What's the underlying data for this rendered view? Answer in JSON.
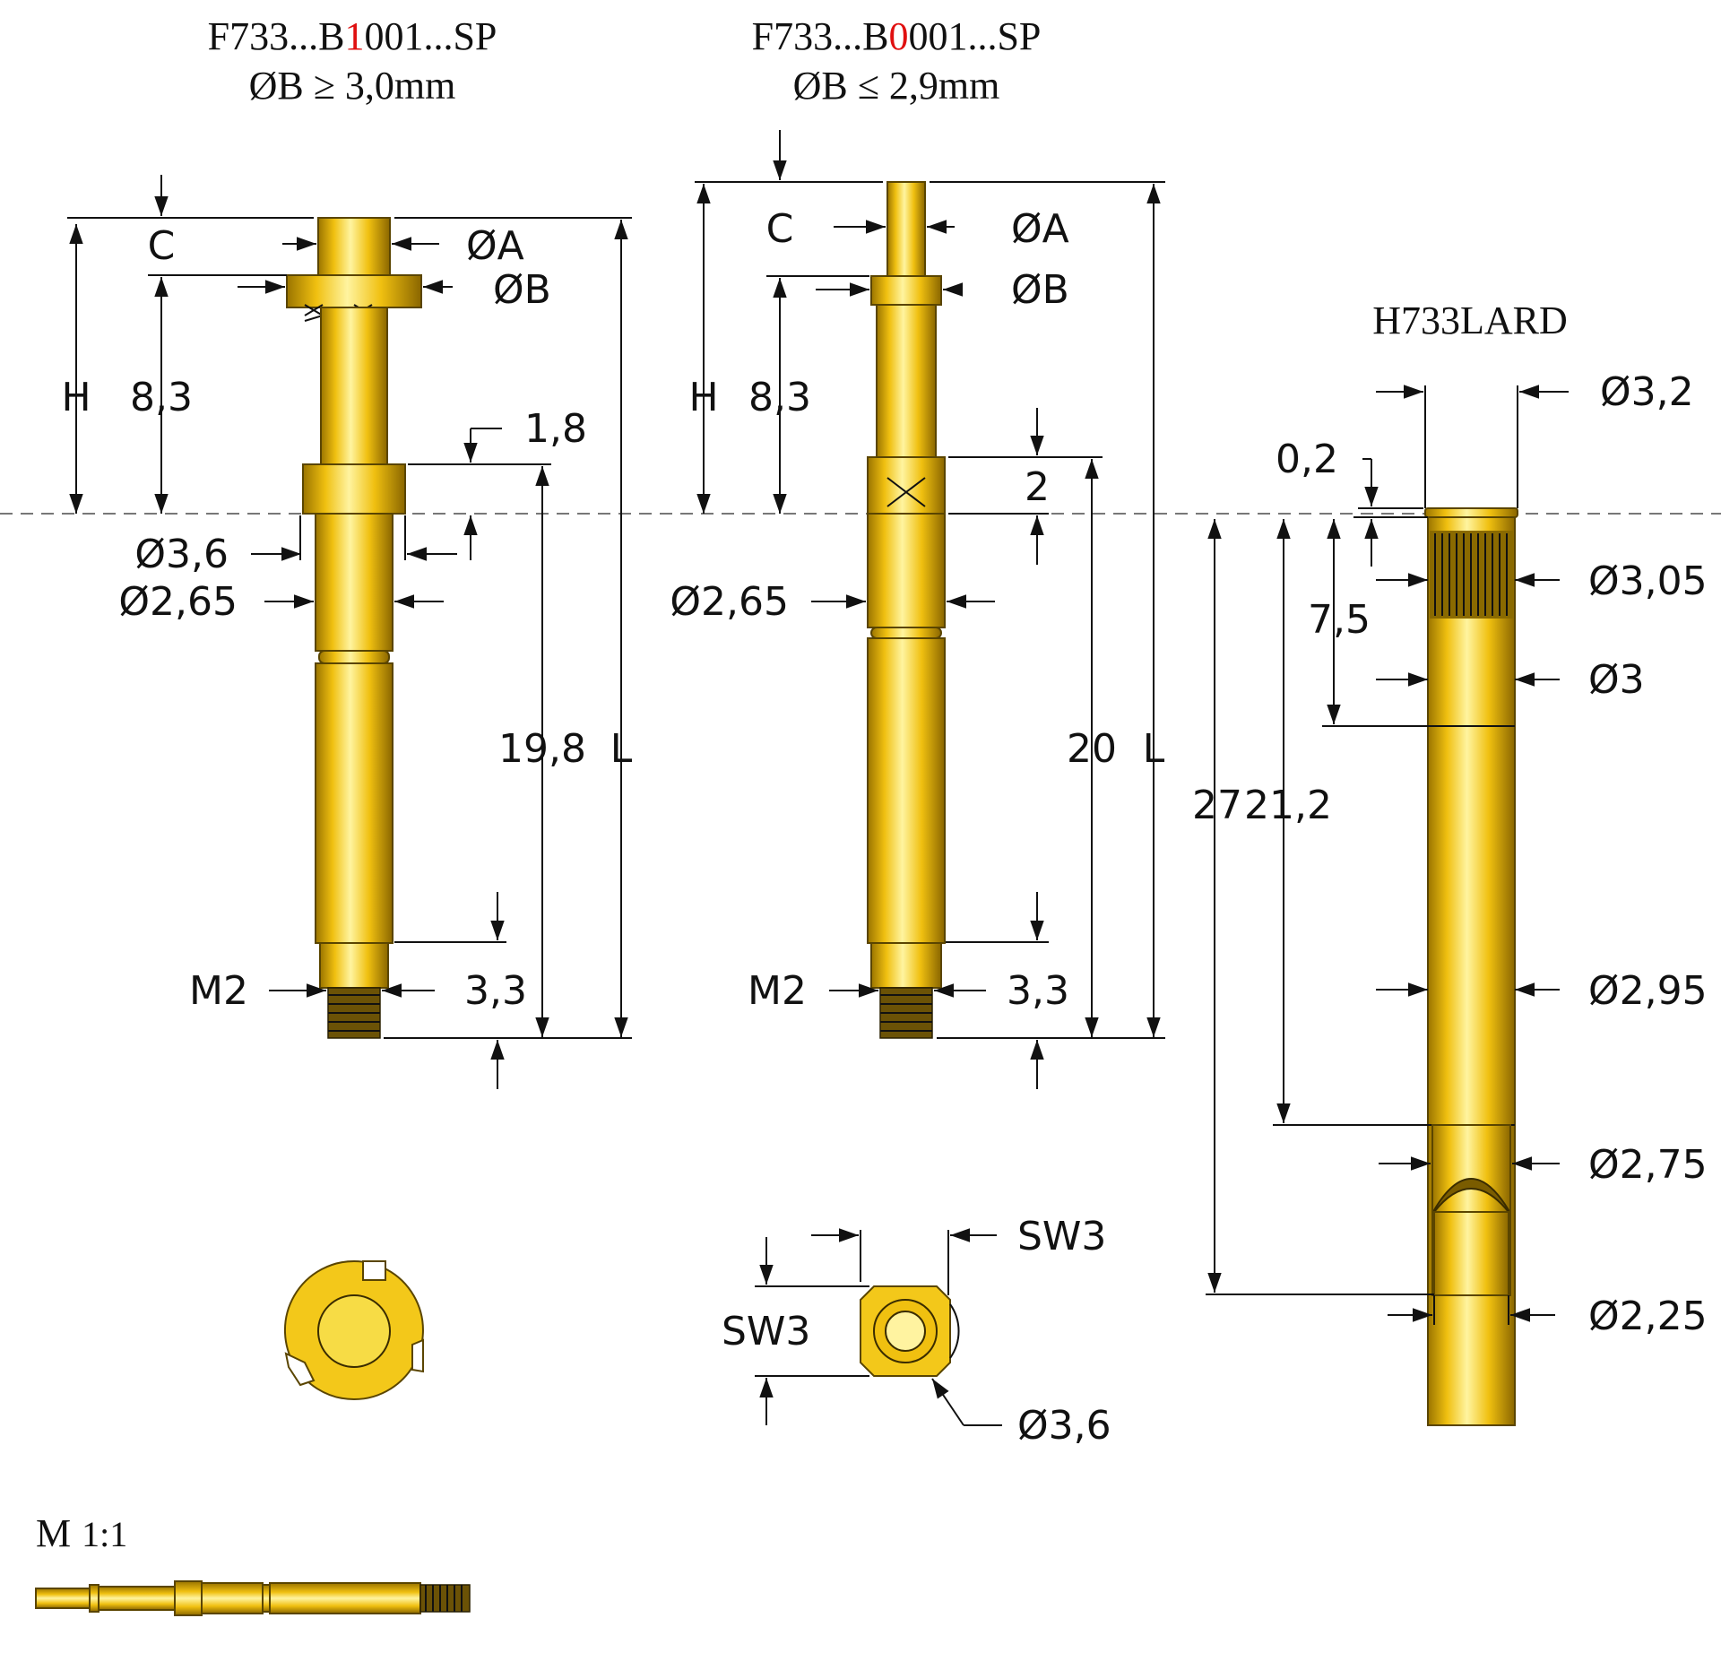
{
  "colors": {
    "gold_light": "#fff07a",
    "gold_mid": "#f0c010",
    "gold_dark": "#9a7400",
    "accent": "#e01010",
    "line": "#111111",
    "axis": "#777777"
  },
  "probe1": {
    "title_a": "F733...B",
    "title_red": "1",
    "title_b": "001...SP",
    "subtitle": "ØB ≥ 3,0mm",
    "labels": {
      "c": "C",
      "h": "H",
      "dia_a": "ØA",
      "dia_b": "ØB",
      "d_8_3": "8,3",
      "d_1_8": "1,8",
      "dia_3_6": "Ø3,6",
      "dia_2_65": "Ø2,65",
      "d_19_8": "19,8",
      "l": "L",
      "m2": "M2",
      "d_3_3": "3,3"
    }
  },
  "probe2": {
    "title_a": "F733...B",
    "title_red": "0",
    "title_b": "001...SP",
    "subtitle": "ØB ≤ 2,9mm",
    "labels": {
      "c": "C",
      "h": "H",
      "dia_a": "ØA",
      "dia_b": "ØB",
      "d_8_3": "8,3",
      "d_2": "2",
      "dia_2_65": "Ø2,65",
      "d_20": "20",
      "l": "L",
      "m2": "M2",
      "d_3_3": "3,3"
    }
  },
  "receptacle": {
    "title": "H733LARD",
    "labels": {
      "dia_3_2": "Ø3,2",
      "d_0_2": "0,2",
      "dia_3_05": "Ø3,05",
      "d_7_5": "7,5",
      "dia_3": "Ø3",
      "d_27": "27",
      "d_21_2": "21,2",
      "dia_2_95": "Ø2,95",
      "dia_2_75": "Ø2,75",
      "dia_2_25": "Ø2,25"
    }
  },
  "end_view": {
    "sw3_top": "SW3",
    "sw3_left": "SW3",
    "dia_3_6": "Ø3,6"
  },
  "scale": {
    "m": "M",
    "ratio": "1:1"
  }
}
